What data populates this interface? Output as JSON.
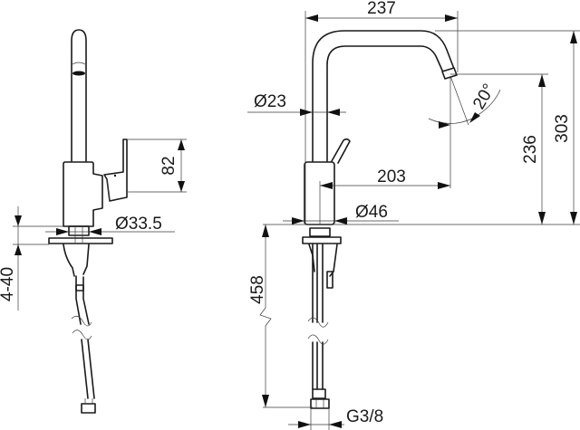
{
  "drawing": {
    "title": "Kitchen mixer tap dimension drawing",
    "views": [
      "side-view",
      "front-view"
    ],
    "units": "mm",
    "colors": {
      "line": "#1a1a1a",
      "dimension_line": "#3a3a3a",
      "background": "#ffffff"
    }
  },
  "side_view": {
    "dimensions": {
      "lever_height": "82",
      "body_diameter": "Ø33.5",
      "deck_thickness": "4-40"
    }
  },
  "front_view": {
    "dimensions": {
      "spout_reach_total": "237",
      "spout_pipe_diameter": "Ø23",
      "spout_angle": "20°",
      "spout_reach": "203",
      "body_diameter": "Ø46",
      "spout_outlet_height": "236",
      "total_height": "303",
      "hose_length": "458",
      "connection_thread": "G3/8"
    }
  }
}
